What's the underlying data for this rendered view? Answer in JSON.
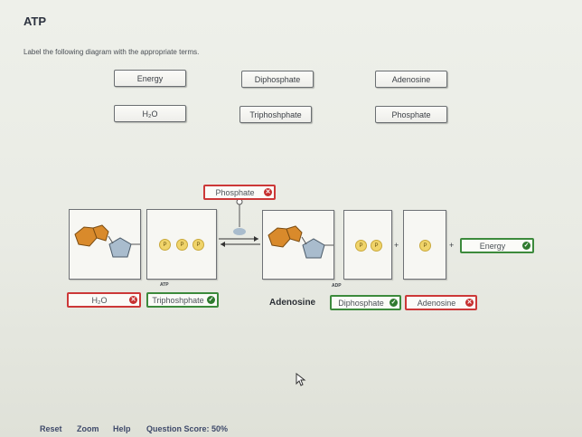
{
  "page": {
    "title": "ATP",
    "instruction": "Label the following diagram with the appropriate terms."
  },
  "term_bank": [
    {
      "label": "Energy"
    },
    {
      "label": "Diphosphate"
    },
    {
      "label": "Adenosine"
    },
    {
      "label": "H₂O"
    },
    {
      "label": "Triphoshphate"
    },
    {
      "label": "Phosphate"
    }
  ],
  "diagram": {
    "atp_label": "ATP",
    "adp_label": "ADP",
    "phosphate_glyph": "P",
    "plus_sign": "+"
  },
  "answers": {
    "phosphate": {
      "label": "Phosphate",
      "status": "incorrect"
    },
    "energy": {
      "label": "Energy",
      "status": "correct"
    },
    "h2o": {
      "label": "H₂O",
      "status": "incorrect"
    },
    "triphosphate": {
      "label": "Triphoshphate",
      "status": "correct"
    },
    "adenosine_static": {
      "label": "Adenosine"
    },
    "diphosphate": {
      "label": "Diphosphate",
      "status": "correct"
    },
    "adenosine": {
      "label": "Adenosine",
      "status": "incorrect"
    }
  },
  "footer": {
    "reset": "Reset",
    "zoom": "Zoom",
    "help": "Help",
    "score": "Question Score: 50%"
  },
  "colors": {
    "correct": "#3c8a3c",
    "incorrect": "#cc3838",
    "adenine": "#d98a2b",
    "ribose": "#a9bccd",
    "phosphate": "#f0d46a"
  }
}
